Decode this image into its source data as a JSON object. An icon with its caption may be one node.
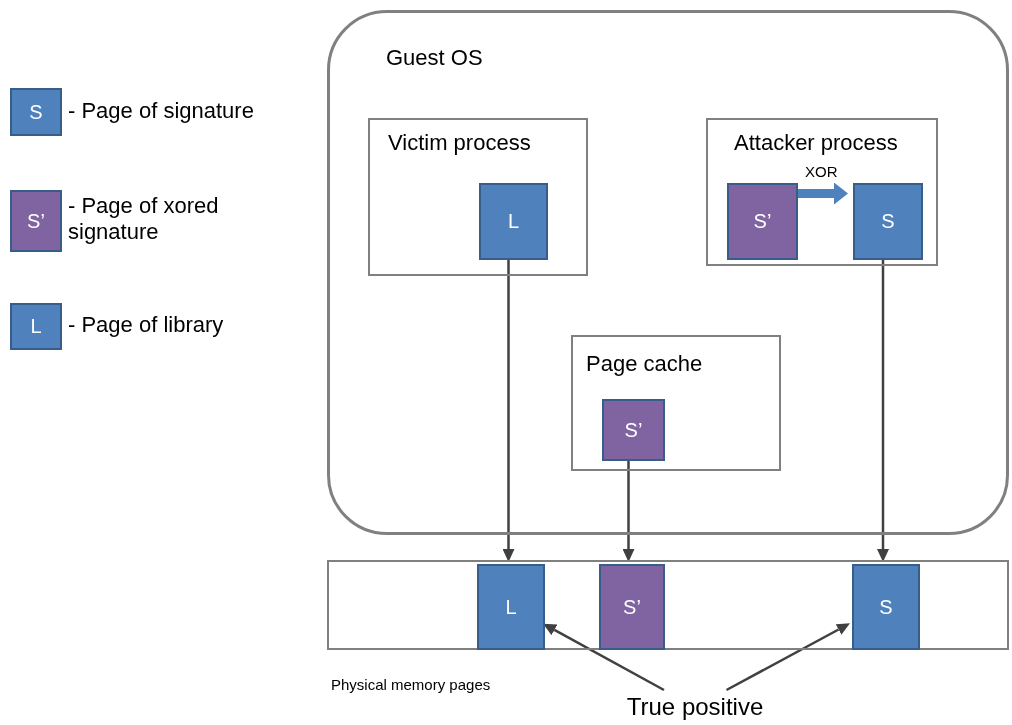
{
  "diagram": {
    "nodes": [
      {
        "text": [
          "S"
        ],
        "beside": [
          "- Page of signature"
        ]
      },
      {
        "text": [
          "S’"
        ],
        "beside": [
          "- Page of xored signature"
        ]
      },
      {
        "text": [
          "L"
        ],
        "beside": [
          "- Page of library"
        ]
      },
      {
        "text": [
          "Guest OS"
        ]
      },
      {
        "text": [
          "Victim process"
        ],
        "in": 3
      },
      {
        "text": [
          "L"
        ],
        "in": 4
      },
      {
        "text": [
          "Attacker process"
        ],
        "in": 3
      },
      {
        "text": [
          "S’"
        ],
        "in": 6
      },
      {
        "text": [
          "S"
        ],
        "in": 6
      },
      {
        "text": [
          "Page cache"
        ],
        "in": 3
      },
      {
        "text": [
          "S’"
        ],
        "in": 9
      },
      {
        "text": [
          "Physical memory pages"
        ]
      },
      {
        "text": [
          "L"
        ],
        "in": 11
      },
      {
        "text": [
          "S’"
        ],
        "in": 11
      },
      {
        "text": [
          "S"
        ],
        "in": 11
      },
      {
        "text": [
          "True positive"
        ]
      }
    ],
    "edges": [
      {
        "from": 7,
        "to": 8,
        "arrow": "to",
        "label": "XOR",
        "style": "thick",
        "color": "#4f81bd"
      },
      {
        "from": 5,
        "to": 12,
        "arrow": "to"
      },
      {
        "from": 10,
        "to": 13,
        "arrow": "to"
      },
      {
        "from": 8,
        "to": 14,
        "arrow": "to"
      },
      {
        "from": 15,
        "to": 12,
        "arrow": "to"
      },
      {
        "from": 15,
        "to": 14,
        "arrow": "to"
      }
    ]
  }
}
